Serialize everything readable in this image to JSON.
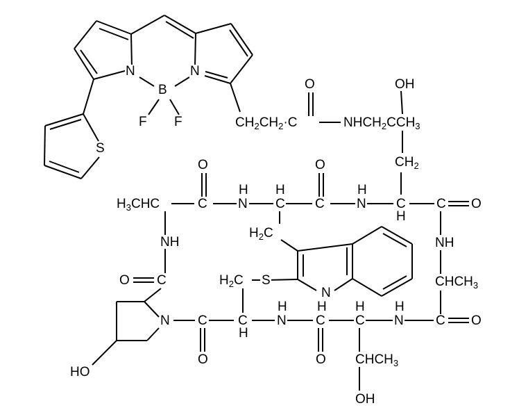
{
  "diagram": {
    "type": "chemical-structure",
    "description": "BODIPY-thiophene labeled cyclic peptide (phalloidin-like) with tryptathionine bridge",
    "fragments": {
      "bodipy_core": [
        "N",
        "B",
        "N",
        "F",
        "F"
      ],
      "thiophene": [
        "S"
      ],
      "linker": "CH2CH2·C(=O)–NHCH2C(OH)CH3",
      "ring_residues": [
        "Ala",
        "Trp (tryptathionine)",
        "dihydroxy-Leu",
        "Ala",
        "Thr",
        "Cys",
        "Hyp"
      ]
    }
  },
  "labels": {
    "bodipy_N1": "N",
    "bodipy_B": "B",
    "bodipy_N2": "N",
    "F1": "F",
    "F2": "F",
    "thiophene_S": "S",
    "linker_ch2ch2": "CH₂CH₂·C",
    "linker_O": "O",
    "linker_nh": "NHCH₂CCH₃",
    "linker_OH": "OH",
    "side_CH2": "CH₂",
    "ala1": "H₃CHC",
    "ala1_C": "C",
    "ala1_O": "O",
    "nh1_H": "H",
    "nh1_N": "N",
    "trp_H": "H",
    "trp_C": "C",
    "trp_CO_C": "C",
    "trp_CO_O": "O",
    "nh2_H": "H",
    "nh2_N": "N",
    "leu_C": "C",
    "leu_H": "H",
    "leu_CO_C": "C",
    "leu_CO_O": "O",
    "ala1_NH": "NH",
    "trp_CH2": "H₂C",
    "ala2_NH": "NH",
    "ala2": "CHCH₃",
    "pro_CO_O": "O",
    "pro_CO_C": "C",
    "cys_CH2": "H₂C",
    "cys_S": "S",
    "indole_N": "N",
    "indole_H": "H",
    "pro_N": "N",
    "pro_C": "C",
    "pro_C_O": "O",
    "cys_C": "C",
    "cys_H": "H",
    "nh3_H": "H",
    "nh3_N": "N",
    "thr_CO_C": "C",
    "thr_CO_O": "O",
    "thr_H": "H",
    "thr_C": "C",
    "nh4_H": "H",
    "nh4_N": "N",
    "ala2_CO_C": "C",
    "ala2_CO_O": "O",
    "thr_side": "CHCH₃",
    "thr_OH": "OH",
    "hyp_HO": "HO"
  }
}
